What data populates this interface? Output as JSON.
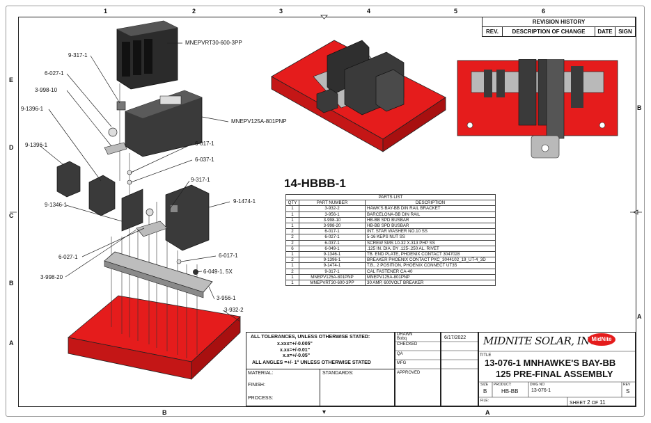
{
  "zones": {
    "top": [
      "1",
      "2",
      "3",
      "4",
      "5",
      "6"
    ],
    "left": [
      "E",
      "D",
      "C",
      "B",
      "A"
    ],
    "right": [
      "B",
      "A"
    ],
    "bottom": [
      "B",
      "A"
    ]
  },
  "callouts": {
    "mnepvrt30": "MNEPVRT30-600-3PP",
    "mnepv125a": "MNEPV125A-801PNP",
    "c9_317_1a": "9-317-1",
    "c6_027_1a": "6-027-1",
    "c3_998_10": "3-998-10",
    "c9_1396_1a": "9-1396-1",
    "c9_1396_1b": "9-1396-1",
    "c6_017_1a": "6-017-1",
    "c6_037_1": "6-037-1",
    "c9_317_1b": "9-317-1",
    "c9_1346_1": "9-1346-1",
    "c9_1474_1": "9-1474-1",
    "c6_027_1b": "6-027-1",
    "c6_017_1b": "6-017-1",
    "c3_998_20": "3-998-20",
    "c6_049_1": "6-049-1, 5X",
    "c3_956_1": "3-956-1",
    "c3_932_2": "3-932-2"
  },
  "revision": {
    "title": "REVISION HISTORY",
    "rev": "REV.",
    "desc": "DESCRIPTION OF CHANGE",
    "date": "DATE",
    "sign": "SIGN"
  },
  "assembly_title": "14-HBBB-1",
  "parts_list": {
    "title": "PARTS LIST",
    "headers": [
      "QTY",
      "PART NUMBER",
      "DESCRIPTION"
    ],
    "rows": [
      [
        "1",
        "3-932-2",
        "HAWK'S BAY-BB DIN RAIL BRACKET"
      ],
      [
        "1",
        "3-956-1",
        "BARCELONA-BB DIN RAIL"
      ],
      [
        "1",
        "3-998-10",
        "HB-BB SPD BUSBAR"
      ],
      [
        "1",
        "3-998-20",
        "HB-BB SPD BUSBAR"
      ],
      [
        "2",
        "6-017-1",
        "INT. STAR WASHER NO.10 SS"
      ],
      [
        "2",
        "6-027-1",
        "5-16 KEPS NUT SS"
      ],
      [
        "2",
        "6-037-1",
        "SCREW SMS 10-32 X.313 PHP SS"
      ],
      [
        "6",
        "6-049-1",
        ".125 IN. DIA. BY .125-.250 AL. RIVET"
      ],
      [
        "1",
        "9-1346-1",
        "TB. END PLATE, PHOENIX CONTACT 3047028"
      ],
      [
        "2",
        "9-1396-1",
        "BREAKER PHOENIX CONTACT PXC_3044102_19_UT-4_3D"
      ],
      [
        "1",
        "9-1474-1",
        "T.B., 2 POSITION, PHOENIX CONNECT UT35"
      ],
      [
        "2",
        "9-317-1",
        "CAL FASTENER CA-40"
      ],
      [
        "1",
        "MNEPV125A-801PNP",
        "MNEPV125A-801PNP"
      ],
      [
        "1",
        "MNEPVRT30-600-3PP",
        "30 AMP, 600VOLT BREAKER"
      ]
    ]
  },
  "title_block": {
    "tol1": "ALL TOLERANCES, UNLESS OTHERWISE STATED:",
    "tol2": "x.xxx=+/-0.005\"",
    "tol3": "x.xx=+/-0.01\"",
    "tol4": "x.x=+/-0.05\"",
    "tol5": "ALL ANGLES =+/- 1° UNLESS OTHERWISE STATED",
    "material": "MATERIAL:",
    "standards": "STANDARDS:",
    "finish": "FINISH:",
    "process": "PROCESS:",
    "drawn": "DRAWN",
    "drawn_by": "Bobq",
    "drawn_date": "6/17/2022",
    "checked": "CHECKED",
    "qa": "QA",
    "mfg": "MFG",
    "approved": "APPROVED",
    "company": "MIDNITE SOLAR, INC",
    "logo": "MidNite",
    "title_lbl": "TITLE",
    "title1": "13-076-1 MNHAWKE'S BAY-BB",
    "title2": "125 PRE-FINAL ASSEMBLY",
    "size_lbl": "SIZE",
    "size": "B",
    "product_lbl": "PRODUCT:",
    "product": "HB-BB",
    "dwg_lbl": "DWG NO",
    "dwg": "13-076-1",
    "rev_lbl": "REV",
    "rev": "S",
    "file": "FILE:",
    "sheet": "SHEET",
    "sheet_no": "2",
    "of": "OF",
    "sheet_total": "11"
  },
  "colors": {
    "red": "#e51c1c",
    "dark": "#3b3b3b",
    "metal": "#b9b9b9"
  }
}
